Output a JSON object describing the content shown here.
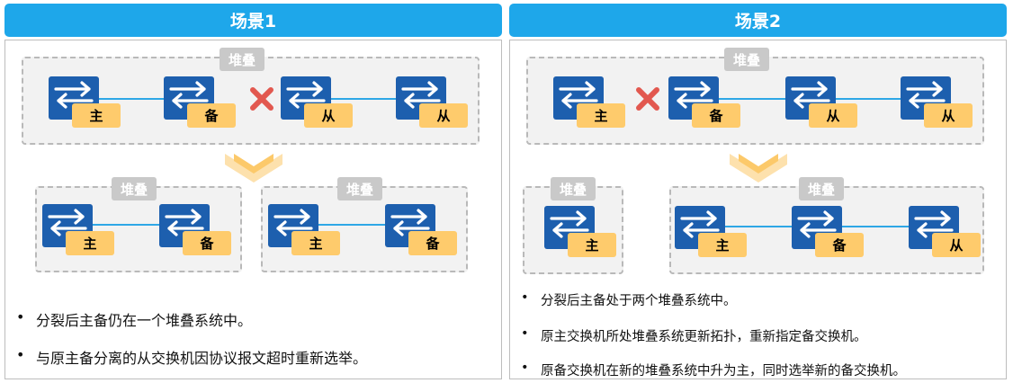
{
  "scenes": [
    {
      "title": "场景1",
      "stack_label": "堆叠",
      "roles_top": [
        "主",
        "备",
        "从",
        "从"
      ],
      "groups_bottom": [
        {
          "label": "堆叠",
          "roles": [
            "主",
            "备"
          ]
        },
        {
          "label": "堆叠",
          "roles": [
            "主",
            "备"
          ]
        }
      ],
      "bullets": [
        "分裂后主备仍在一个堆叠系统中。",
        "与原主备分离的从交换机因协议报文超时重新选举。"
      ]
    },
    {
      "title": "场景2",
      "stack_label": "堆叠",
      "roles_top": [
        "主",
        "备",
        "从",
        "从"
      ],
      "groups_bottom": [
        {
          "label": "堆叠",
          "roles": [
            "主"
          ]
        },
        {
          "label": "堆叠",
          "roles": [
            "主",
            "备",
            "从"
          ]
        }
      ],
      "bullets": [
        "分裂后主备处于两个堆叠系统中。",
        "原主交换机所处堆叠系统更新拓扑，重新指定备交换机。",
        "原备交换机在新的堆叠系统中升为主，同时选举新的备交换机。"
      ]
    }
  ],
  "colors": {
    "header": "#1ea7ea",
    "switch": "#1d5fae",
    "role_tag": "#fecb6c",
    "link": "#2ea7e6",
    "cross": "#e2584f",
    "arrow": "#fcc96a",
    "stack_bg": "#f2f2f2",
    "stack_label": "#c9c9c9"
  },
  "icons": {
    "switch": "switch-arrows-icon",
    "break": "red-cross-icon",
    "flow": "down-chevron-arrow-icon",
    "bullet": "bullet-dot"
  }
}
